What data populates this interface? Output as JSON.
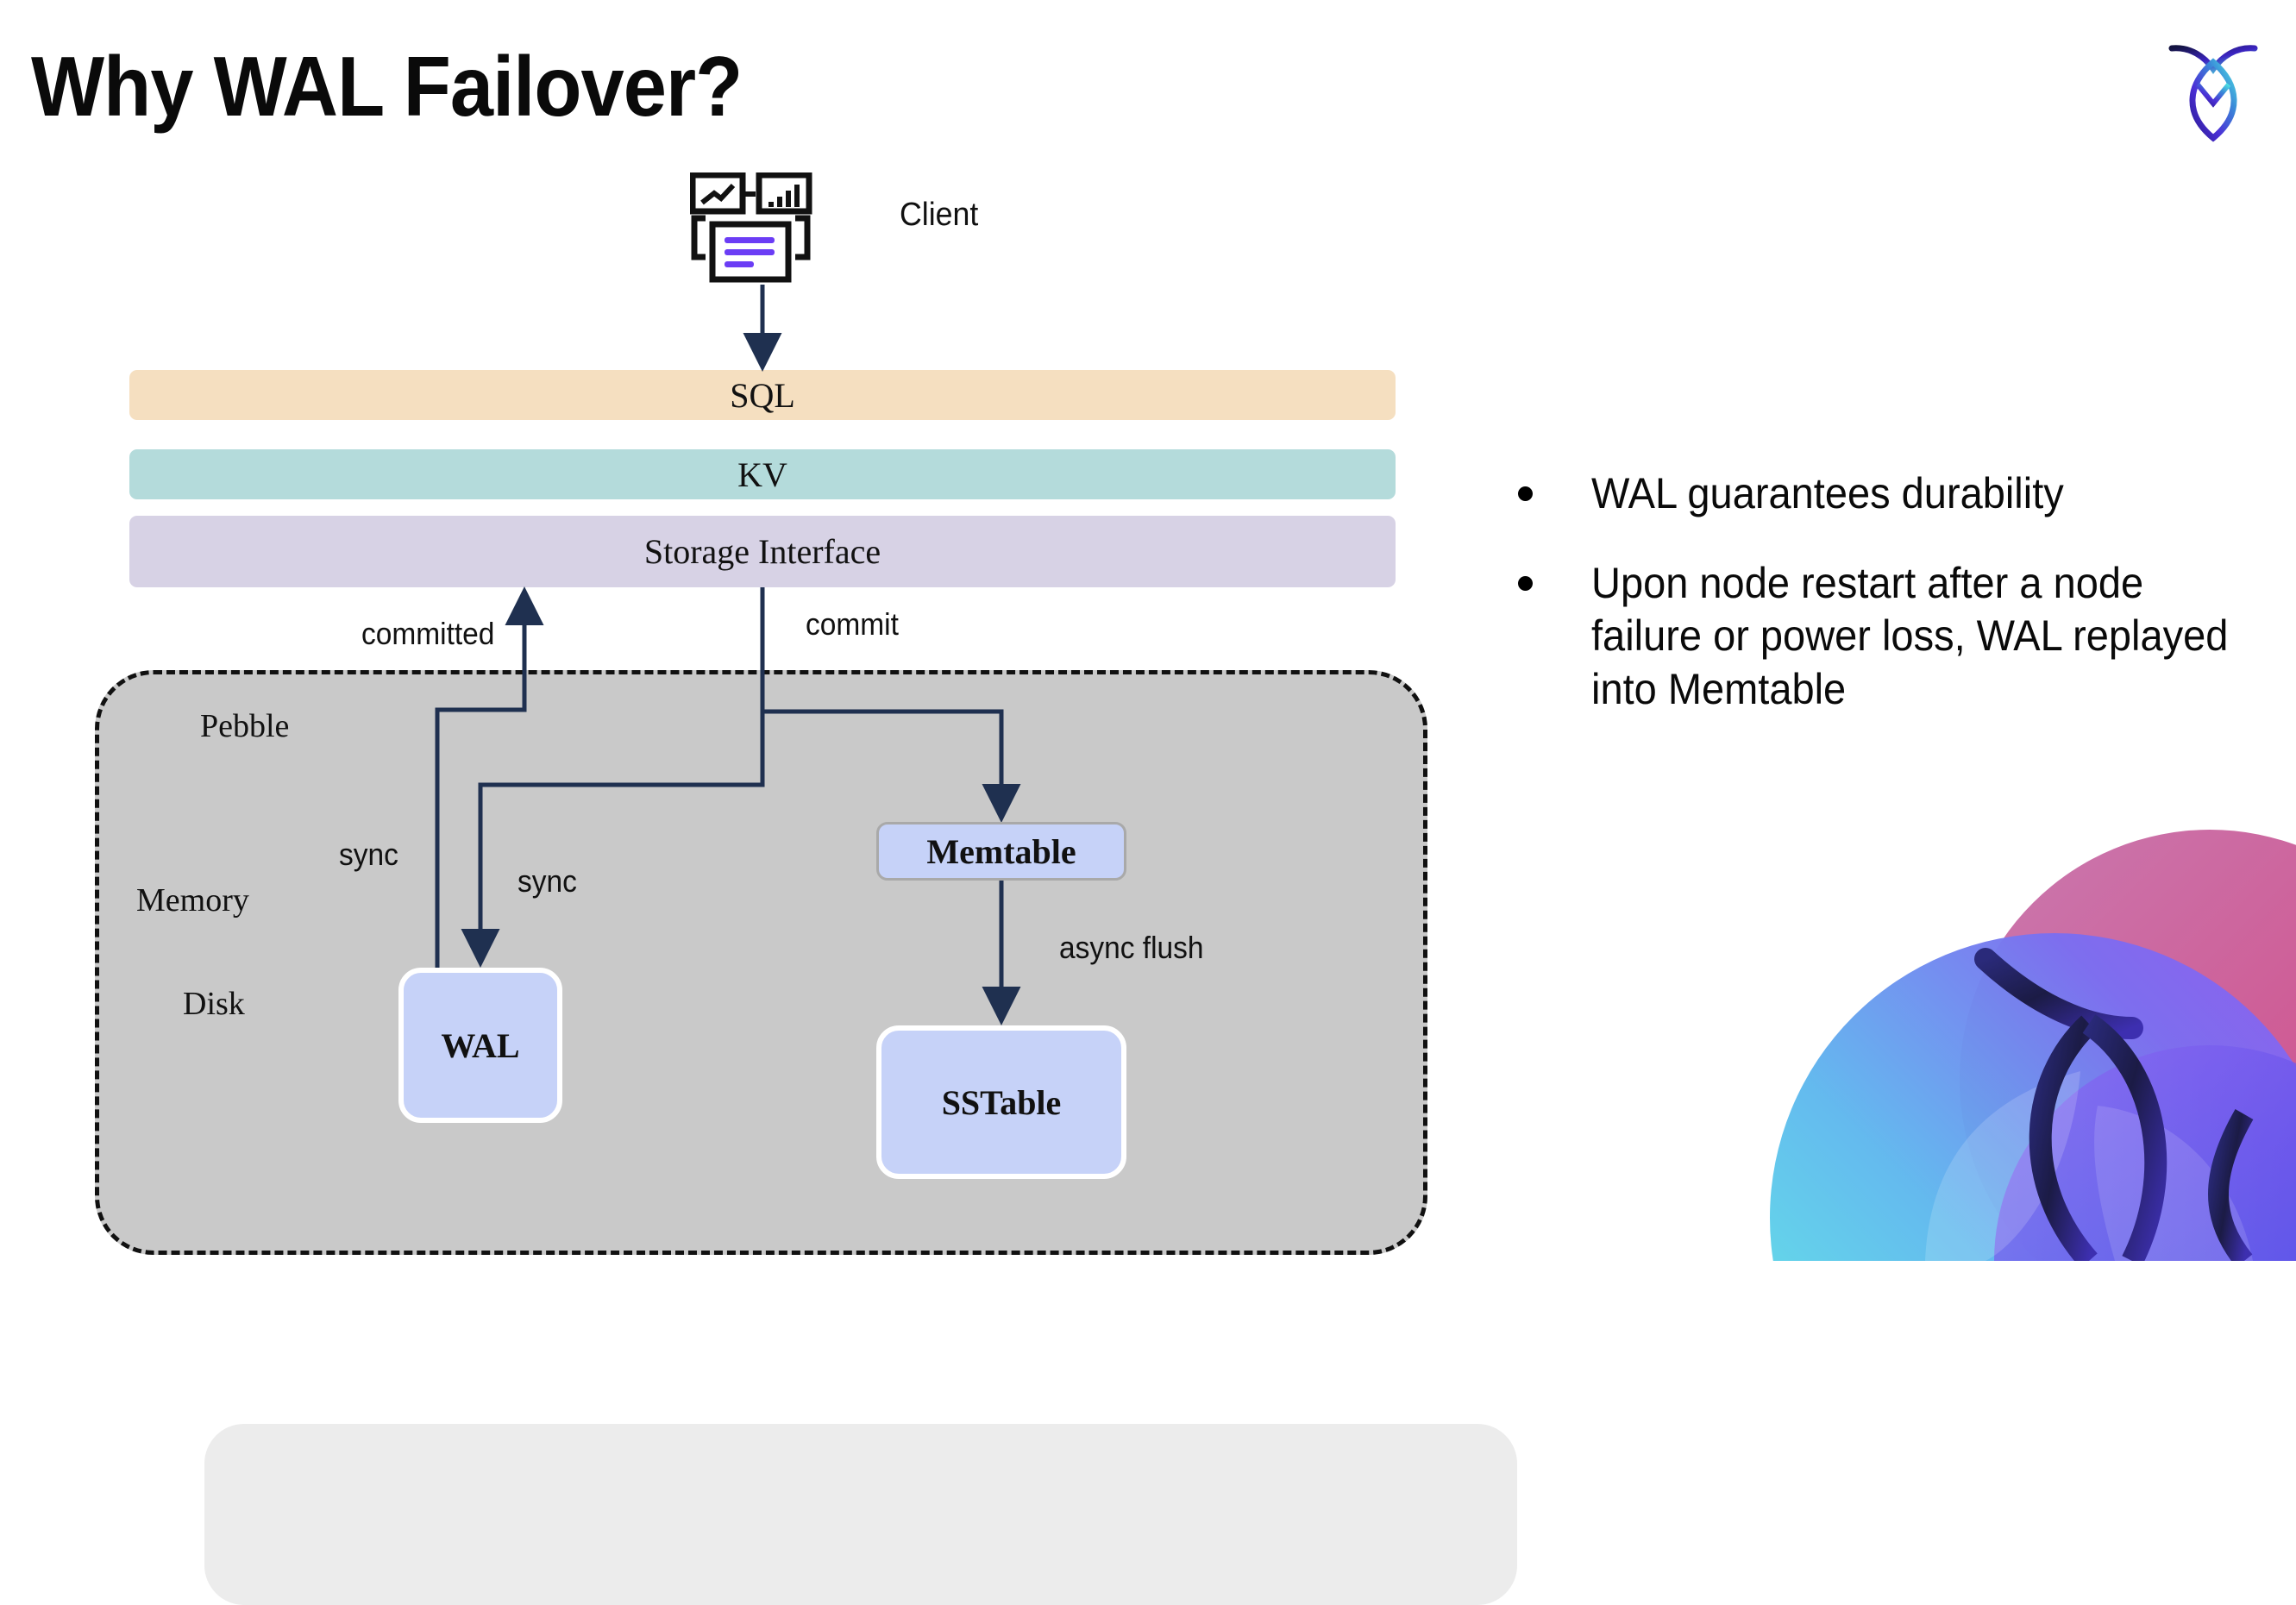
{
  "slide": {
    "title": "Why WAL Failover?"
  },
  "brand": {
    "logo_icon": "cockroach-leaf-logo-icon",
    "artwork_icon": "cockroach-brand-artwork-icon",
    "gradient_start": "#1a1a4e",
    "gradient_mid": "#4b2fd6",
    "gradient_end": "#4fe3e3"
  },
  "diagram": {
    "client": {
      "icon": "client-dashboard-icon",
      "label": "Client",
      "accent_color": "#6b3df5"
    },
    "layers": [
      {
        "label": "SQL",
        "color": "#f5dfc0"
      },
      {
        "label": "KV",
        "color": "#b4dbdb"
      },
      {
        "label": "Storage Interface",
        "color": "#d7d2e5"
      }
    ],
    "pebble": {
      "label": "Pebble",
      "fill": "#c9c9c9",
      "border_color": "#111111",
      "memory": {
        "label": "Memory",
        "fill": "#ececec"
      },
      "disk": {
        "label": "Disk"
      }
    },
    "nodes": [
      {
        "id": "memtable",
        "label": "Memtable",
        "fill": "#c6d2f8",
        "border": "#a9a9a9"
      },
      {
        "id": "wal",
        "label": "WAL",
        "fill": "#c6d2f8",
        "border": "#ffffff"
      },
      {
        "id": "sstable",
        "label": "SSTable",
        "fill": "#c6d2f8",
        "border": "#ffffff"
      }
    ],
    "edges": [
      {
        "id": "committed",
        "label": "committed"
      },
      {
        "id": "commit",
        "label": "commit"
      },
      {
        "id": "sync-1",
        "label": "sync"
      },
      {
        "id": "sync-2",
        "label": "sync"
      },
      {
        "id": "async-flush",
        "label": "async flush"
      }
    ],
    "edge_color": "#1f3050"
  },
  "bullets": [
    "WAL guarantees durability",
    "Upon node restart after a node failure or power loss, WAL replayed into Memtable"
  ]
}
